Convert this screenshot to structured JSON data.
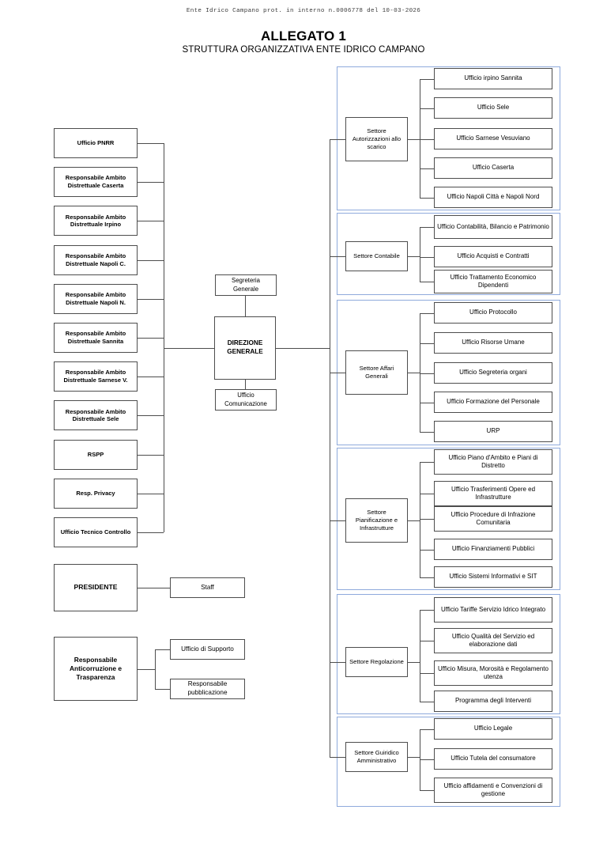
{
  "document": {
    "protocol_stamp": "Ente Idrico Campano prot. in interno n.0006778 del 10-03-2026",
    "title": "ALLEGATO 1",
    "subtitle": "STRUTTURA ORGANIZZATIVA ENTE IDRICO CAMPANO"
  },
  "colors": {
    "box_border": "#4d4d4d",
    "group_border": "#8faadc",
    "text": "#000000",
    "background": "#ffffff"
  },
  "center": {
    "segreteria": "Segreteria Generale",
    "direzione": "DIREZIONE GENERALE",
    "comunicazione": "Ufficio Comunicazione"
  },
  "left_column": {
    "items": [
      {
        "label": "Ufficio PNRR"
      },
      {
        "label": "Responsabile Ambito Distrettuale Caserta"
      },
      {
        "label": "Responsabile Ambito Distrettuale Irpino"
      },
      {
        "label": "Responsabile Ambito Distrettuale Napoli C."
      },
      {
        "label": "Responsabile Ambito Distrettuale Napoli N."
      },
      {
        "label": "Responsabile Ambito Distrettuale Sannita"
      },
      {
        "label": "Responsabile Ambito Distrettuale Sarnese V."
      },
      {
        "label": "Responsabile Ambito Distrettuale Sele"
      },
      {
        "label": "RSPP"
      },
      {
        "label": "Resp. Privacy"
      },
      {
        "label": "Ufficio Tecnico Controllo"
      }
    ]
  },
  "presidente": {
    "label": "PRESIDENTE",
    "children": [
      {
        "label": "Staff"
      }
    ]
  },
  "anticorruzione": {
    "label": "Responsabile Anticorruzione e Trasparenza",
    "children": [
      {
        "label": "Ufficio di Supporto"
      },
      {
        "label": "Responsabile pubblicazione"
      }
    ]
  },
  "settori": [
    {
      "label": "Settore Autorizzazioni allo scarico",
      "children": [
        {
          "label": "Ufficio irpino Sannita"
        },
        {
          "label": "Ufficio Sele"
        },
        {
          "label": "Ufficio Sarnese Vesuviano"
        },
        {
          "label": "Ufficio Caserta"
        },
        {
          "label": "Ufficio Napoli Città e Napoli Nord"
        }
      ]
    },
    {
      "label": "Settore Contabile",
      "children": [
        {
          "label": "Ufficio Contabilità, Bilancio e Patrimonio"
        },
        {
          "label": "Ufficio Acquisti e Contratti"
        },
        {
          "label": "Ufficio Trattamento Economico Dipendenti"
        }
      ]
    },
    {
      "label": "Settore Affari Generali",
      "children": [
        {
          "label": "Ufficio Protocollo"
        },
        {
          "label": "Ufficio Risorse Umane"
        },
        {
          "label": "Ufficio Segreteria organi"
        },
        {
          "label": "Ufficio Formazione del Personale"
        },
        {
          "label": "URP"
        }
      ]
    },
    {
      "label": "Settore Pianificazione e Infrastrutture",
      "children": [
        {
          "label": "Ufficio Piano d'Ambito e Piani di Distretto"
        },
        {
          "label": "Ufficio Trasferimenti Opere ed Infrastrutture"
        },
        {
          "label": "Ufficio Procedure di Infrazione Comunitaria"
        },
        {
          "label": "Ufficio Finanziamenti Pubblici"
        },
        {
          "label": "Ufficio Sistemi Informativi e SIT"
        }
      ]
    },
    {
      "label": "Settore Regolazione",
      "children": [
        {
          "label": "Ufficio Tariffe Servizio Idrico Integrato"
        },
        {
          "label": "Ufficio Qualità del Servizio ed elaborazione dati"
        },
        {
          "label": "Ufficio Misura, Morosità e Regolamento utenza"
        },
        {
          "label": "Programma degli Interventi"
        }
      ]
    },
    {
      "label": "Settore Guiridico Amministrativo",
      "children": [
        {
          "label": "Ufficio Legale"
        },
        {
          "label": "Ufficio Tutela del consumatore"
        },
        {
          "label": "Ufficio affidamenti e Convenzioni di gestione"
        }
      ]
    }
  ]
}
